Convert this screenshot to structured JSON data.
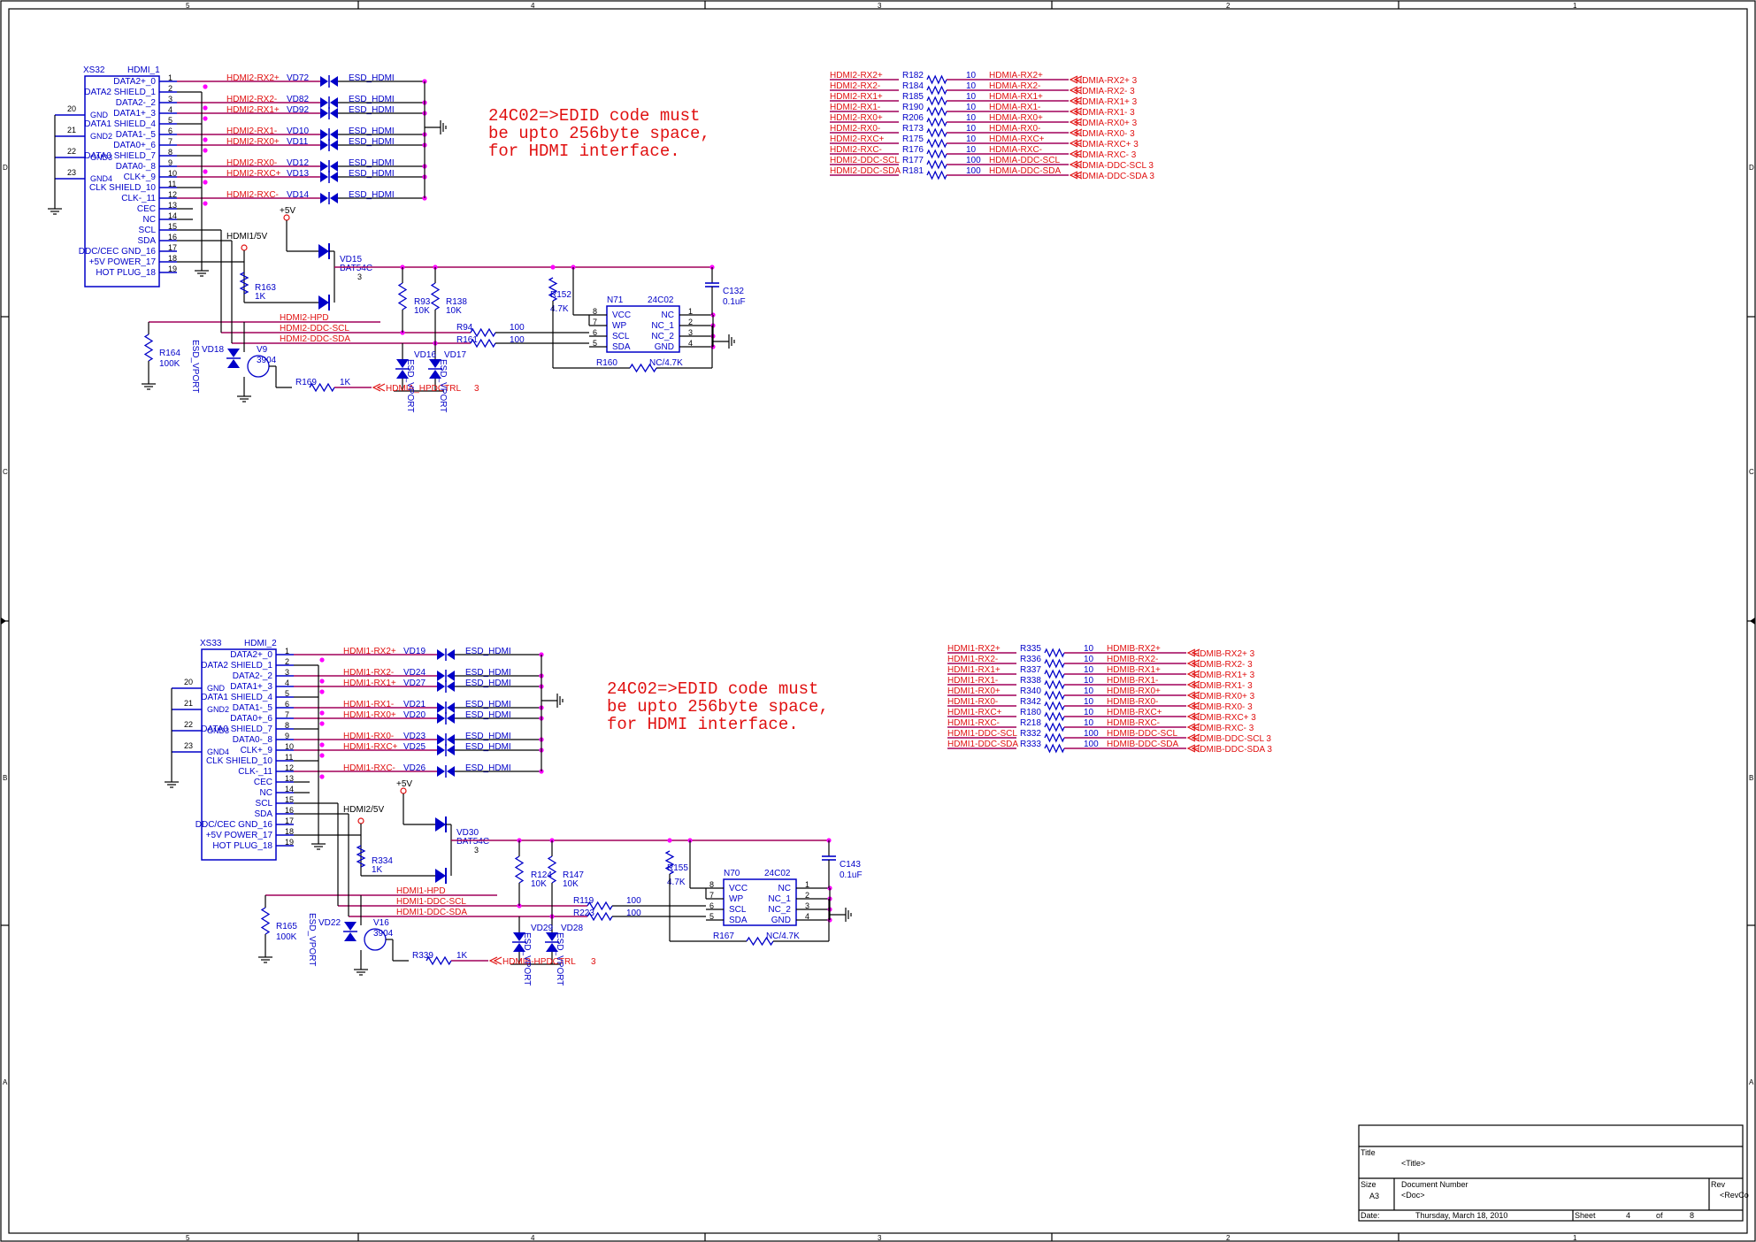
{
  "frame": {
    "col_labels": [
      "5",
      "4",
      "3",
      "2",
      "1"
    ],
    "row_labels": [
      "D",
      "C",
      "B",
      "A"
    ]
  },
  "note": {
    "line1": "24C02=>EDID code must",
    "line2": "be upto 256byte space,",
    "line3": "for HDMI interface."
  },
  "block1": {
    "connector_ref": "XS32",
    "connector_name": "HDMI_1",
    "pins": [
      "DATA2+_0",
      "DATA2 SHIELD_1",
      "DATA2-_2",
      "DATA1+_3",
      "DATA1 SHIELD_4",
      "DATA1-_5",
      "DATA0+_6",
      "DATA0 SHIELD_7",
      "DATA0-_8",
      "CLK+_9",
      "CLK SHIELD_10",
      "CLK-_11",
      "CEC",
      "NC",
      "SCL",
      "SDA",
      "DDC/CEC GND_16",
      "+5V POWER_17",
      "HOT PLUG_18"
    ],
    "pin_numbers": [
      "1",
      "2",
      "3",
      "4",
      "5",
      "6",
      "7",
      "8",
      "9",
      "10",
      "11",
      "12",
      "13",
      "14",
      "15",
      "16",
      "17",
      "18",
      "19"
    ],
    "gnd_pins": [
      "20",
      "21",
      "22",
      "23"
    ],
    "gnd_labels": [
      "GND",
      "GND2",
      "GND3",
      "GND4"
    ],
    "signals": [
      "HDMI2-RX2+",
      "HDMI2-RX2-",
      "HDMI2-RX1+",
      "HDMI2-RX1-",
      "HDMI2-RX0+",
      "HDMI2-RX0-",
      "HDMI2-RXC+",
      "HDMI2-RXC-"
    ],
    "esd_refs": [
      "VD72",
      "VD82",
      "VD92",
      "VD10",
      "VD11",
      "VD12",
      "VD13",
      "VD14"
    ],
    "esd_label": "ESD_HDMI",
    "power_label": "+5V",
    "hdmi5v": "HDMI1/5V",
    "diode_ref": "VD15",
    "diode_part": "BAT54C",
    "diode_pin": "3",
    "r163": "R163",
    "r163v": "1K",
    "r93": "R93",
    "r93v": "10K",
    "r138": "R138",
    "r138v": "10K",
    "r152": "R152",
    "r152v": "4.7K",
    "eeprom_ref": "N71",
    "eeprom_part": "24C02",
    "eeprom_pins_left": [
      "VCC",
      "WP",
      "SCL",
      "SDA"
    ],
    "eeprom_pins_right": [
      "NC",
      "NC_1",
      "NC_2",
      "GND"
    ],
    "eeprom_nums_left": [
      "8",
      "7",
      "6",
      "5"
    ],
    "eeprom_nums_right": [
      "1",
      "2",
      "3",
      "4"
    ],
    "cap_ref": "C132",
    "cap_val": "0.1uF",
    "hpd": "HDMI2-HPD",
    "ddc_scl": "HDMI2-DDC-SCL",
    "ddc_sda": "HDMI2-DDC-SDA",
    "r94": "R94",
    "r94v": "100",
    "r161": "R161",
    "r161v": "100",
    "r160": "R160",
    "r160v": "NC/4.7K",
    "r164": "R164",
    "r164v": "100K",
    "vd18": "VD18",
    "v9": "V9",
    "v9p": "3904",
    "esd_vport": "ESD_VPORT",
    "vd16": "VD16",
    "vd17": "VD17",
    "r169": "R169",
    "r169v": "1K",
    "hpdctrl": "HDMIA_HPDCTRL",
    "hpdctrl_sheet": "3"
  },
  "block2": {
    "connector_ref": "XS33",
    "connector_name": "HDMI_2",
    "signals": [
      "HDMI1-RX2+",
      "HDMI1-RX2-",
      "HDMI1-RX1+",
      "HDMI1-RX1-",
      "HDMI1-RX0+",
      "HDMI1-RX0-",
      "HDMI1-RXC+",
      "HDMI1-RXC-"
    ],
    "esd_refs": [
      "VD19",
      "VD24",
      "VD27",
      "VD21",
      "VD20",
      "VD23",
      "VD25",
      "VD26"
    ],
    "hdmi5v": "HDMI2/5V",
    "diode_ref": "VD30",
    "r334": "R334",
    "r334v": "1K",
    "r124": "R124",
    "r124v": "10K",
    "r147": "R147",
    "r147v": "10K",
    "r155": "R155",
    "r155v": "4.7K",
    "eeprom_ref": "N70",
    "cap_ref": "C143",
    "cap_val": "0.1uF",
    "hpd": "HDMI1-HPD",
    "ddc_scl": "HDMI1-DDC-SCL",
    "ddc_sda": "HDMI1-DDC-SDA",
    "r119": "R119",
    "r119v": "100",
    "r223": "R223",
    "r223v": "100",
    "r167": "R167",
    "r167v": "NC/4.7K",
    "r165": "R165",
    "r165v": "100K",
    "vd22": "VD22",
    "v16": "V16",
    "v16p": "3904",
    "vd29": "VD29",
    "vd28": "VD28",
    "r339": "R339",
    "r339v": "1K",
    "hpdctrl": "HDMIB-HPDCTRL",
    "hpdctrl_sheet": "3"
  },
  "resnetA": {
    "in": [
      "HDMI2-RX2+",
      "HDMI2-RX2-",
      "HDMI2-RX1+",
      "HDMI2-RX1-",
      "HDMI2-RX0+",
      "HDMI2-RX0-",
      "HDMI2-RXC+",
      "HDMI2-RXC-",
      "HDMI2-DDC-SCL",
      "HDMI2-DDC-SDA"
    ],
    "refs": [
      "R182",
      "R184",
      "R185",
      "R190",
      "R206",
      "R173",
      "R175",
      "R176",
      "R177",
      "R181"
    ],
    "vals": [
      "10",
      "10",
      "10",
      "10",
      "10",
      "10",
      "10",
      "10",
      "100",
      "100"
    ],
    "out": [
      "HDMIA-RX2+",
      "HDMIA-RX2-",
      "HDMIA-RX1+",
      "HDMIA-RX1-",
      "HDMIA-RX0+",
      "HDMIA-RX0-",
      "HDMIA-RXC+",
      "HDMIA-RXC-",
      "HDMIA-DDC-SCL",
      "HDMIA-DDC-SDA"
    ],
    "port": [
      "HDMIA-RX2+  3",
      "HDMIA-RX2-  3",
      "HDMIA-RX1+  3",
      "HDMIA-RX1-  3",
      "HDMIA-RX0+  3",
      "HDMIA-RX0-  3",
      "HDMIA-RXC+  3",
      "HDMIA-RXC-  3",
      "HDMIA-DDC-SCL   3",
      "HDMIA-DDC-SDA   3"
    ]
  },
  "resnetB": {
    "in": [
      "HDMI1-RX2+",
      "HDMI1-RX2-",
      "HDMI1-RX1+",
      "HDMI1-RX1-",
      "HDMI1-RX0+",
      "HDMI1-RX0-",
      "HDMI1-RXC+",
      "HDMI1-RXC-",
      "HDMI1-DDC-SCL",
      "HDMI1-DDC-SDA"
    ],
    "refs": [
      "R335",
      "R336",
      "R337",
      "R338",
      "R340",
      "R342",
      "R180",
      "R218",
      "R332",
      "R333"
    ],
    "vals": [
      "10",
      "10",
      "10",
      "10",
      "10",
      "10",
      "10",
      "10",
      "100",
      "100"
    ],
    "out": [
      "HDMIB-RX2+",
      "HDMIB-RX2-",
      "HDMIB-RX1+",
      "HDMIB-RX1-",
      "HDMIB-RX0+",
      "HDMIB-RX0-",
      "HDMIB-RXC+",
      "HDMIB-RXC-",
      "HDMIB-DDC-SCL",
      "HDMIB-DDC-SDA"
    ],
    "port": [
      "HDMIB-RX2+  3",
      "HDMIB-RX2-  3",
      "HDMIB-RX1+  3",
      "HDMIB-RX1-  3",
      "HDMIB-RX0+  3",
      "HDMIB-RX0-  3",
      "HDMIB-RXC+  3",
      "HDMIB-RXC-  3",
      "HDMIB-DDC-SCL   3",
      "HDMIB-DDC-SDA   3"
    ]
  },
  "titleblock": {
    "title_label": "Title",
    "title_value": "<Title>",
    "size_label": "Size",
    "size_value": "A3",
    "docnum_label": "Document Number",
    "docnum_value": "<Doc>",
    "rev_label": "Rev",
    "rev_value": "<RevCo",
    "date_label": "Date:",
    "date_value": "Thursday, March 18, 2010",
    "sheet_label": "Sheet",
    "sheet_value": "4",
    "of_label": "of",
    "of_value": "8"
  },
  "colors": {
    "component": "#0000c8",
    "net": "#e01010",
    "wire": "#a0005a",
    "junction": "#ff00ff"
  }
}
